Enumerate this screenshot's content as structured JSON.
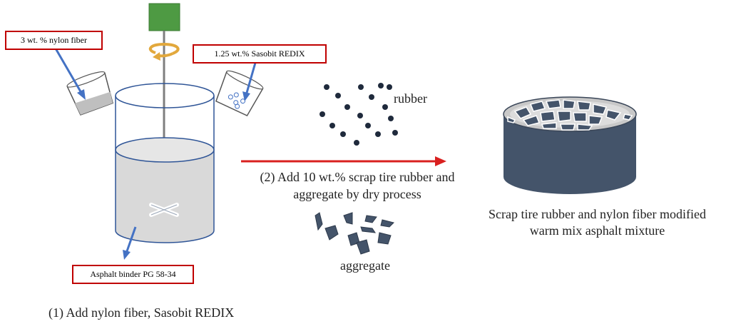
{
  "labels": {
    "nylon": "3 wt. % nylon fiber",
    "sasobit": "1.25 wt.% Sasobit REDIX",
    "binder": "Asphalt binder PG 58-34"
  },
  "steps": {
    "step1": "(1) Add nylon fiber, Sasobit REDIX",
    "step2_line1": "(2) Add 10 wt.%  scrap tire rubber and",
    "step2_line2": "aggregate by dry process"
  },
  "materials": {
    "rubber": "rubber",
    "aggregate": "aggregate"
  },
  "result": {
    "line1": "Scrap tire rubber and nylon fiber modified",
    "line2": "warm mix asphalt mixture"
  },
  "colors": {
    "motor": "#4e9a43",
    "label_border": "#c00000",
    "pointer": "#4472c4",
    "process_arrow": "#d9201f",
    "liquid": "#d9d9d9",
    "tank_outline": "#2f5597",
    "rubber_dot": "#1f2a3c",
    "aggregate": "#44546a",
    "mixture": "#44546a",
    "rotation_arrow": "#e2a83c"
  },
  "icons": {
    "motor": "motor-icon",
    "rotation": "rotation-arrow-icon",
    "impeller": "impeller-icon",
    "beaker": "beaker-icon"
  }
}
